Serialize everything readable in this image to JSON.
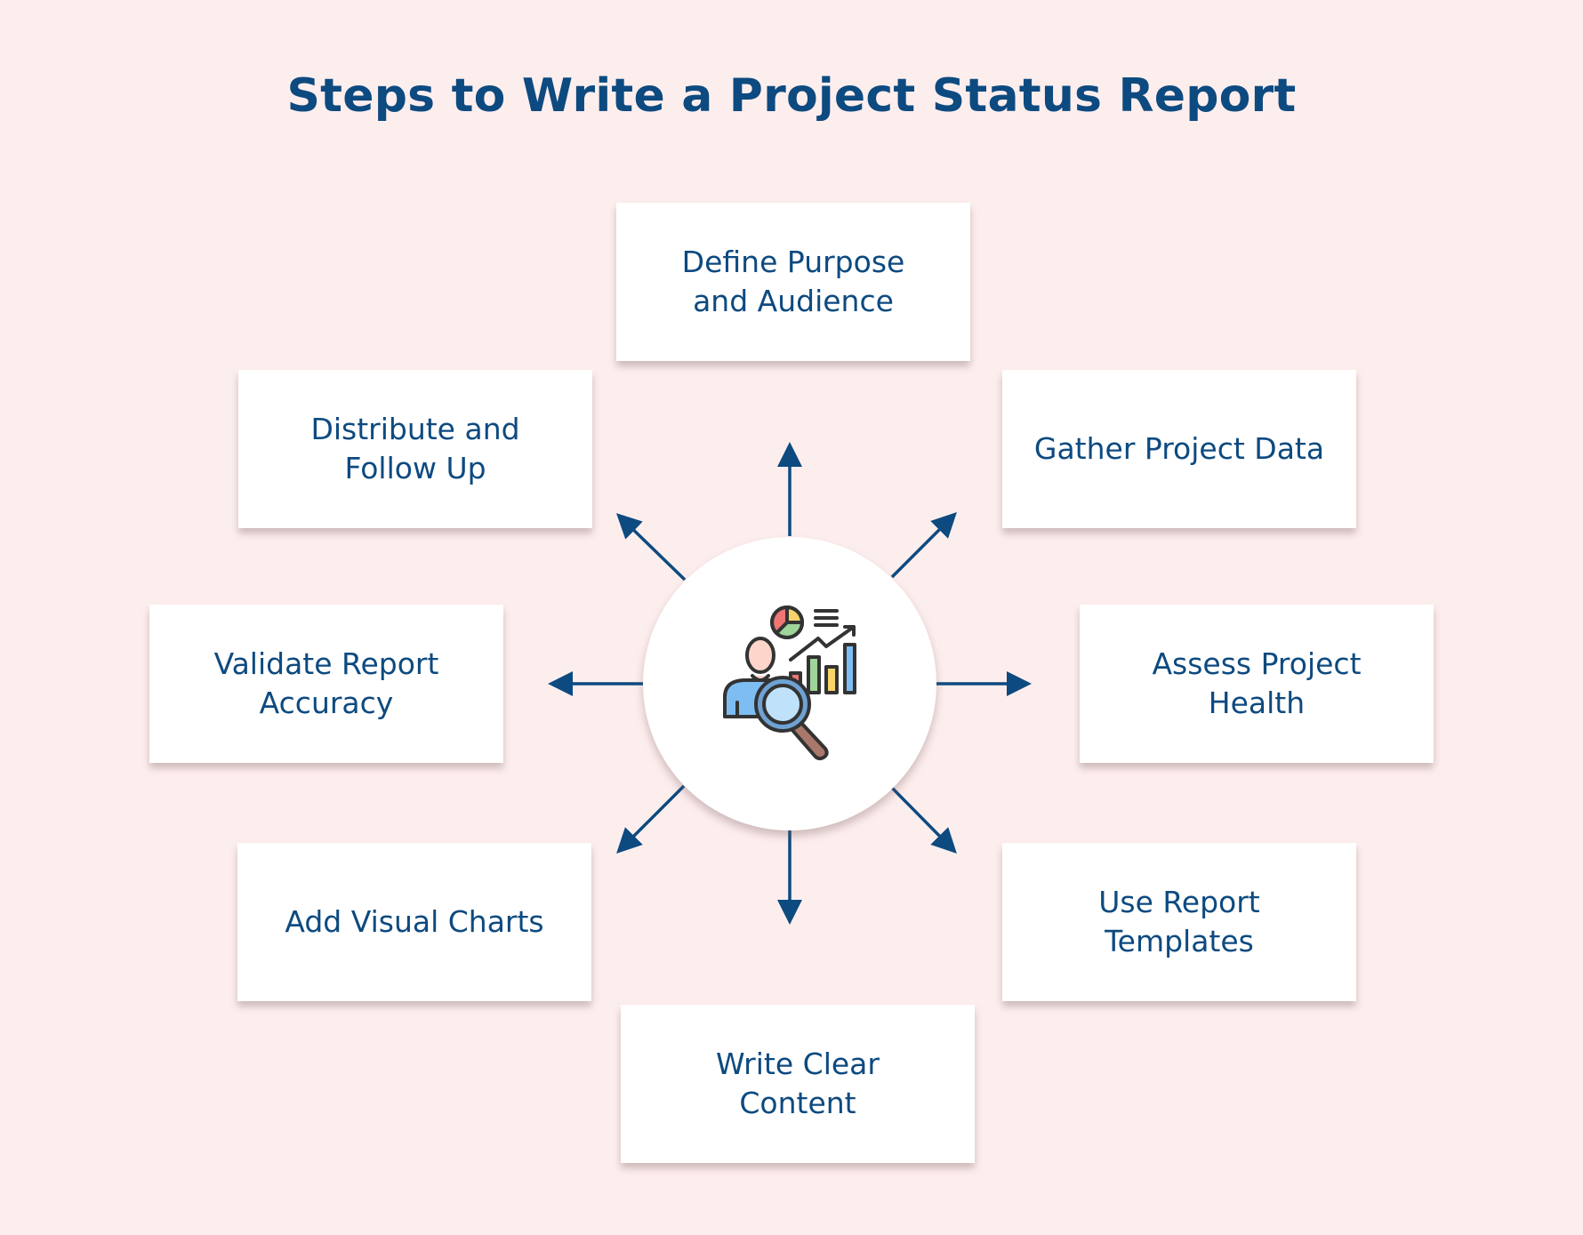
{
  "title": "Steps to Write a Project Status Report",
  "colors": {
    "background": "#fdeeee",
    "accent": "#0d4a80",
    "box": "#ffffff"
  },
  "hub": {
    "icon": "analyst-report-icon"
  },
  "steps": [
    {
      "label": "Define Purpose\nand Audience",
      "position": "top"
    },
    {
      "label": "Gather Project Data",
      "position": "top-right"
    },
    {
      "label": "Assess Project\nHealth",
      "position": "right"
    },
    {
      "label": "Use Report\nTemplates",
      "position": "bottom-right"
    },
    {
      "label": "Write Clear\nContent",
      "position": "bottom"
    },
    {
      "label": "Add Visual Charts",
      "position": "bottom-left"
    },
    {
      "label": "Validate Report\nAccuracy",
      "position": "left"
    },
    {
      "label": "Distribute and\nFollow Up",
      "position": "top-left"
    }
  ]
}
